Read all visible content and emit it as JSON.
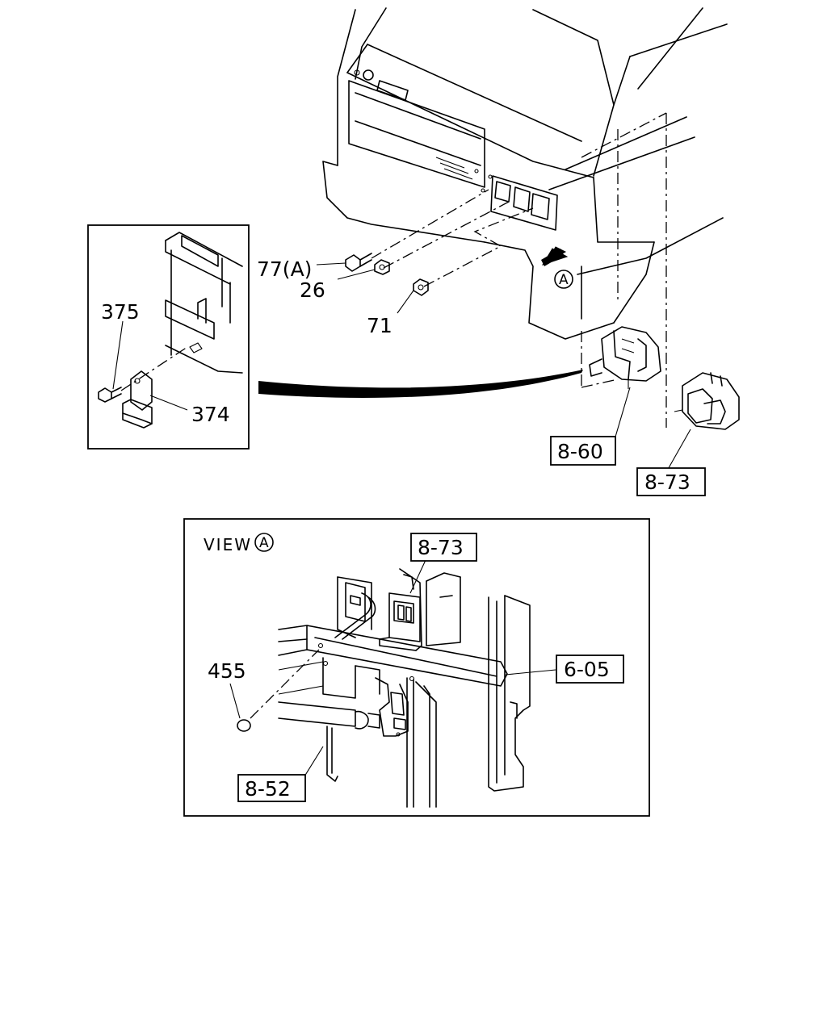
{
  "parts": {
    "p77a": "77(A)",
    "p26": "26",
    "p71": "71",
    "p375": "375",
    "p374": "374",
    "p860": "8-60",
    "p873_top": "8-73",
    "p873_view": "8-73",
    "p605": "6-05",
    "p455": "455",
    "p852": "8-52"
  },
  "view": {
    "label": "VIEW",
    "marker": "A"
  },
  "arrow_marker": "A"
}
